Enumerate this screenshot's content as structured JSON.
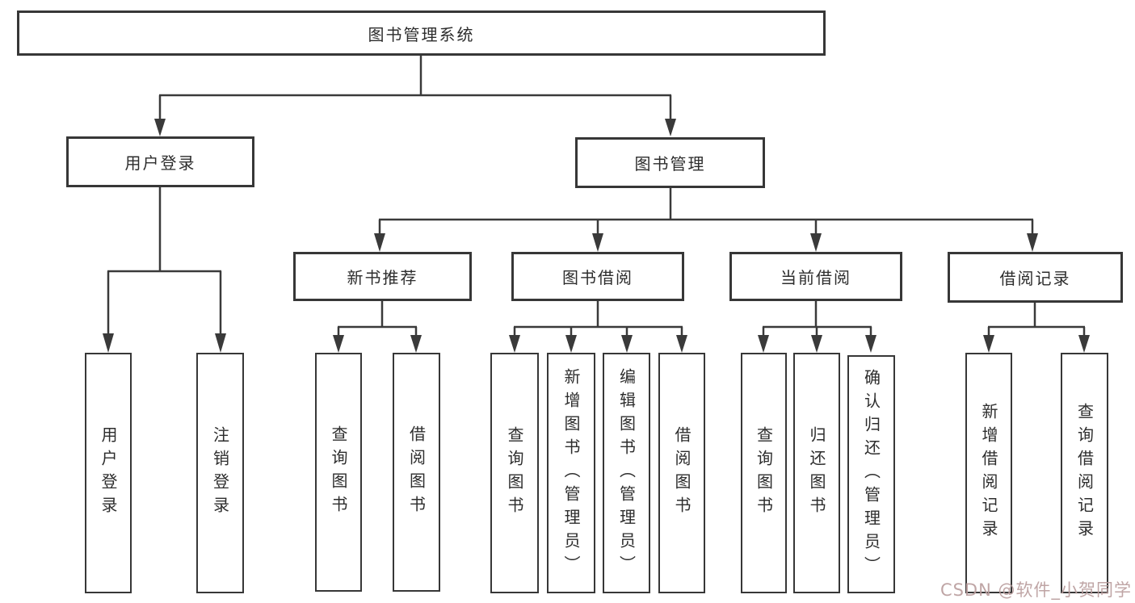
{
  "tree": {
    "label": "图书管理系统",
    "children": [
      {
        "label": "用户登录",
        "children": [
          {
            "label": "用户登录"
          },
          {
            "label": "注销登录"
          }
        ]
      },
      {
        "label": "图书管理",
        "children": [
          {
            "label": "新书推荐",
            "children": [
              {
                "label": "查询图书"
              },
              {
                "label": "借阅图书"
              }
            ]
          },
          {
            "label": "图书借阅",
            "children": [
              {
                "label": "查询图书"
              },
              {
                "label": "新增图书（管理员）"
              },
              {
                "label": "编辑图书（管理员）"
              },
              {
                "label": "借阅图书"
              }
            ]
          },
          {
            "label": "当前借阅",
            "children": [
              {
                "label": "查询图书"
              },
              {
                "label": "归还图书"
              },
              {
                "label": "确认归还（管理员）"
              }
            ]
          },
          {
            "label": "借阅记录",
            "children": [
              {
                "label": "新增借阅记录"
              },
              {
                "label": "查询借阅记录"
              }
            ]
          }
        ]
      }
    ]
  },
  "watermark": "CSDN @软件_小贺同学",
  "colors": {
    "line": "#3a3a3a",
    "box_border": "#373737",
    "text": "#2d2d2d",
    "watermark": "#ba9d9d",
    "background": "#ffffff"
  }
}
